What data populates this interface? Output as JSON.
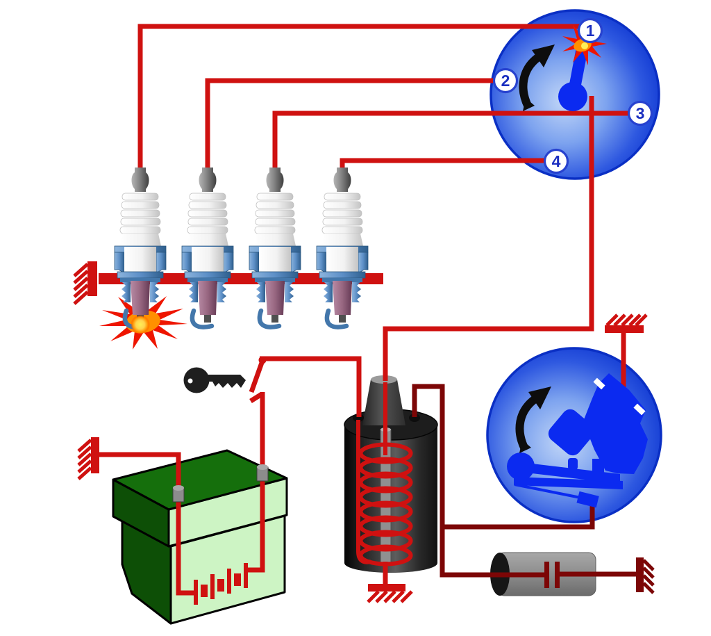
{
  "distributor": {
    "terminals": [
      {
        "label": "1"
      },
      {
        "label": "2"
      },
      {
        "label": "3"
      },
      {
        "label": "4"
      }
    ]
  },
  "colors": {
    "background": "#ffffff",
    "wire_red": "#cf1110",
    "wire_dark": "#7c0606",
    "part_blue": "#0b2af0",
    "circle_rim": "#0a2fc4",
    "number_blue": "#1b2fc0",
    "terminal_ring": "#2742cf",
    "steel_blue": "#5d8fc7",
    "steel_dark": "#38699a",
    "battery_top_green": "#156f0c",
    "battery_side_green": "#0d4f06",
    "battery_face_green": "#cdf4c4",
    "metal_gray": "#8c8c8c",
    "coil_black": "#1d1d1d",
    "spark_red": "#ee1500",
    "spark_orange": "#ff9000",
    "spark_yellow": "#ffee55",
    "key_black": "#1f1f1f",
    "arrow_black": "#0d0d0d"
  }
}
